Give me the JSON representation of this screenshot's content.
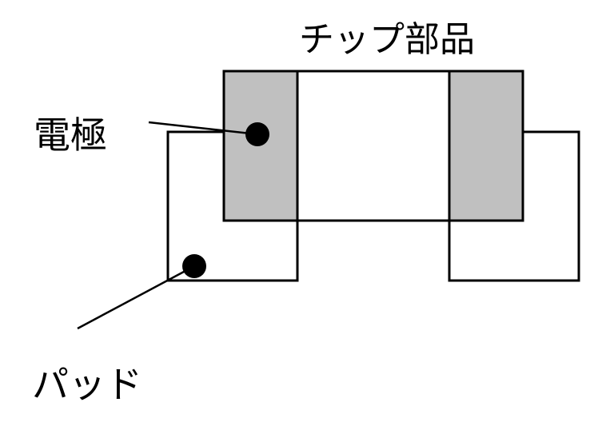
{
  "labels": {
    "chip_part": "チップ部品",
    "electrode": "電極",
    "pad": "パッド"
  },
  "colors": {
    "background": "#ffffff",
    "stroke": "#000000",
    "electrode_fill": "#c0c0c0",
    "chip_body_fill": "#ffffff",
    "marker": "#000000"
  }
}
